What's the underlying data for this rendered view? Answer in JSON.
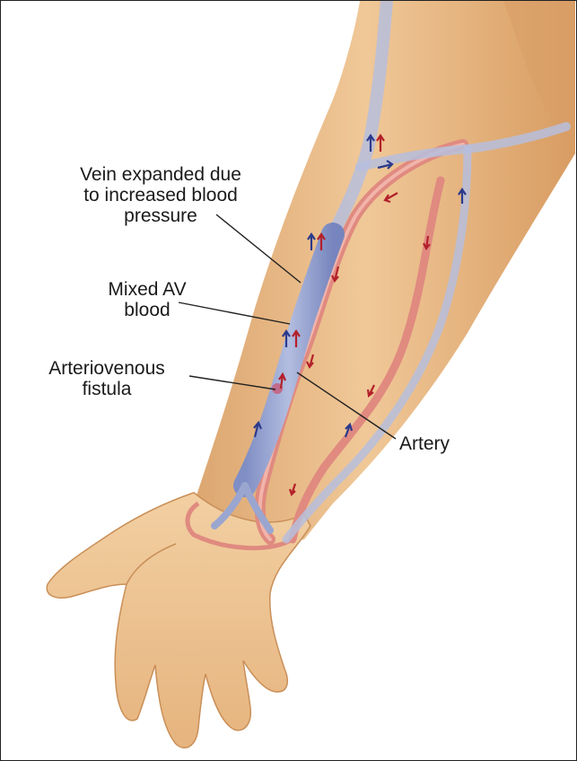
{
  "labels": {
    "vein_expanded": "Vein expanded due\nto increased blood\npressure",
    "mixed_av_blood": "Mixed AV\nblood",
    "arteriovenous_fistula": "Arteriovenous\nfistula",
    "artery": "Artery"
  },
  "colors": {
    "skin": "#e9bf8e",
    "skin_shadow": "#d49a63",
    "vein": "#9aa6cf",
    "vein_dark": "#5d6fa8",
    "artery": "#e08a80",
    "artery_dark": "#c14f48",
    "arrow_blue": "#2b3a8c",
    "arrow_red": "#b3202a",
    "leader": "#222222"
  }
}
